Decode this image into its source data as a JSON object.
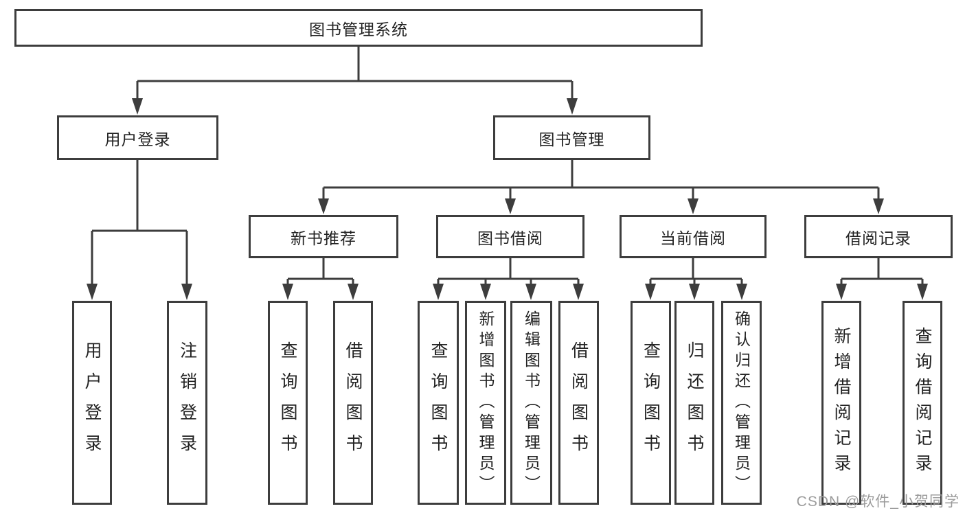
{
  "tree": {
    "label": "图书管理系统",
    "children": [
      {
        "label": "用户登录",
        "children": [
          {
            "label": "用户登录"
          },
          {
            "label": "注销登录"
          }
        ]
      },
      {
        "label": "图书管理",
        "children": [
          {
            "label": "新书推荐",
            "children": [
              {
                "label": "查询图书"
              },
              {
                "label": "借阅图书"
              }
            ]
          },
          {
            "label": "图书借阅",
            "children": [
              {
                "label": "查询图书"
              },
              {
                "label": "新增图书（管理员）"
              },
              {
                "label": "编辑图书（管理员）"
              },
              {
                "label": "借阅图书"
              }
            ]
          },
          {
            "label": "当前借阅",
            "children": [
              {
                "label": "查询图书"
              },
              {
                "label": "归还图书"
              },
              {
                "label": "确认归还（管理员）"
              }
            ]
          },
          {
            "label": "借阅记录",
            "children": [
              {
                "label": "新增借阅记录"
              },
              {
                "label": "查询借阅记录"
              }
            ]
          }
        ]
      }
    ]
  },
  "watermark": {
    "text": "CSDN @软件_小贺同学"
  },
  "colors": {
    "line": "#3d3d3d",
    "box_border": "#3d3d3d",
    "text": "#222222",
    "watermark": "#9b9b9b",
    "background": "#ffffff"
  }
}
